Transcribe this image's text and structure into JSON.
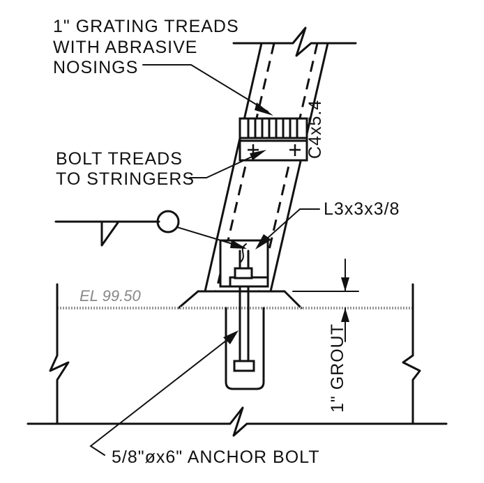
{
  "labels": {
    "grating_line1": "1\" GRATING TREADS",
    "grating_line2": "WITH ABRASIVE",
    "grating_line3": "NOSINGS",
    "channel": "C4x5.4",
    "bolt_line1": "BOLT TREADS",
    "bolt_line2": "TO STRINGERS",
    "angle": "L3x3x3/8",
    "elevation": "EL 99.50",
    "grout": "1\" GROUT",
    "anchor": "5/8\"øx6\" ANCHOR BOLT"
  }
}
